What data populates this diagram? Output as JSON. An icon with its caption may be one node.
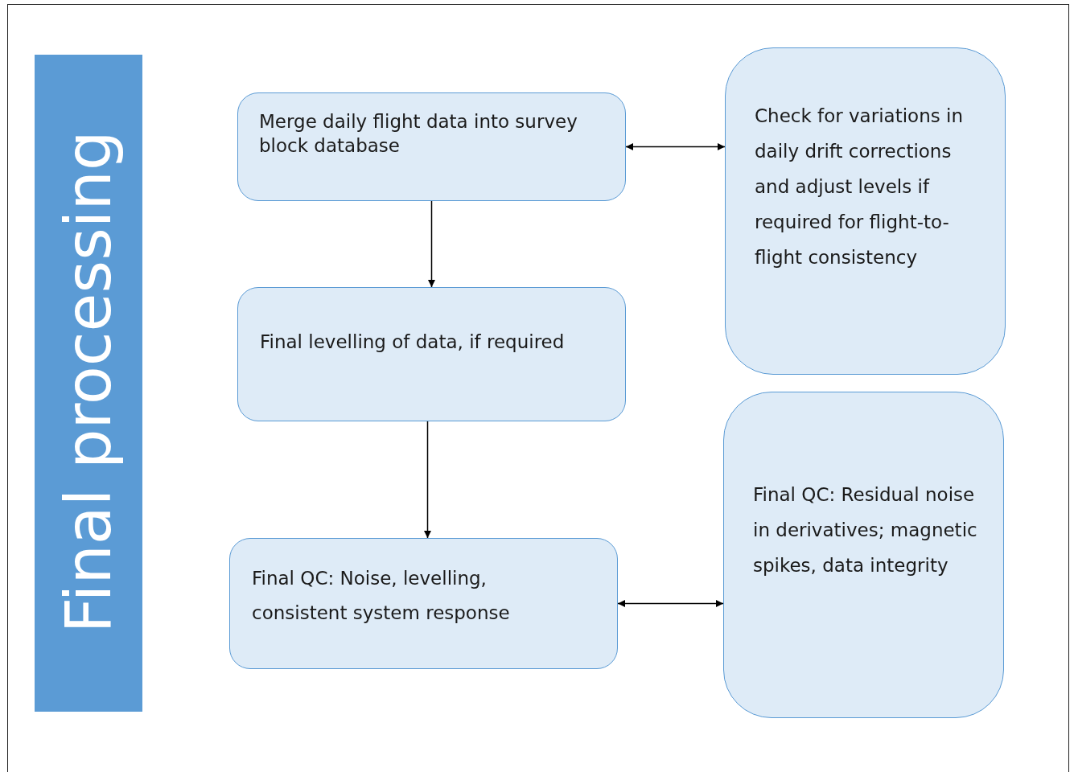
{
  "diagram": {
    "nodes": [
      {
        "text": [
          "Final processing"
        ]
      },
      {
        "text": [
          "Merge daily flight data into survey block database"
        ]
      },
      {
        "text": [
          "Check for variations in daily drift corrections and adjust levels if required for flight-to-flight consistency"
        ]
      },
      {
        "text": [
          "Final levelling of data, if required"
        ]
      },
      {
        "text": [
          "Final QC: Noise, levelling, consistent system response"
        ]
      },
      {
        "text": [
          "Final QC: Residual noise in derivatives; magnetic spikes, data integrity"
        ]
      }
    ],
    "edges": [
      {
        "from": 1,
        "to": 2,
        "arrow": "both"
      },
      {
        "from": 1,
        "to": 3,
        "arrow": "to"
      },
      {
        "from": 3,
        "to": 4,
        "arrow": "to"
      },
      {
        "from": 4,
        "to": 5,
        "arrow": "both"
      }
    ]
  }
}
